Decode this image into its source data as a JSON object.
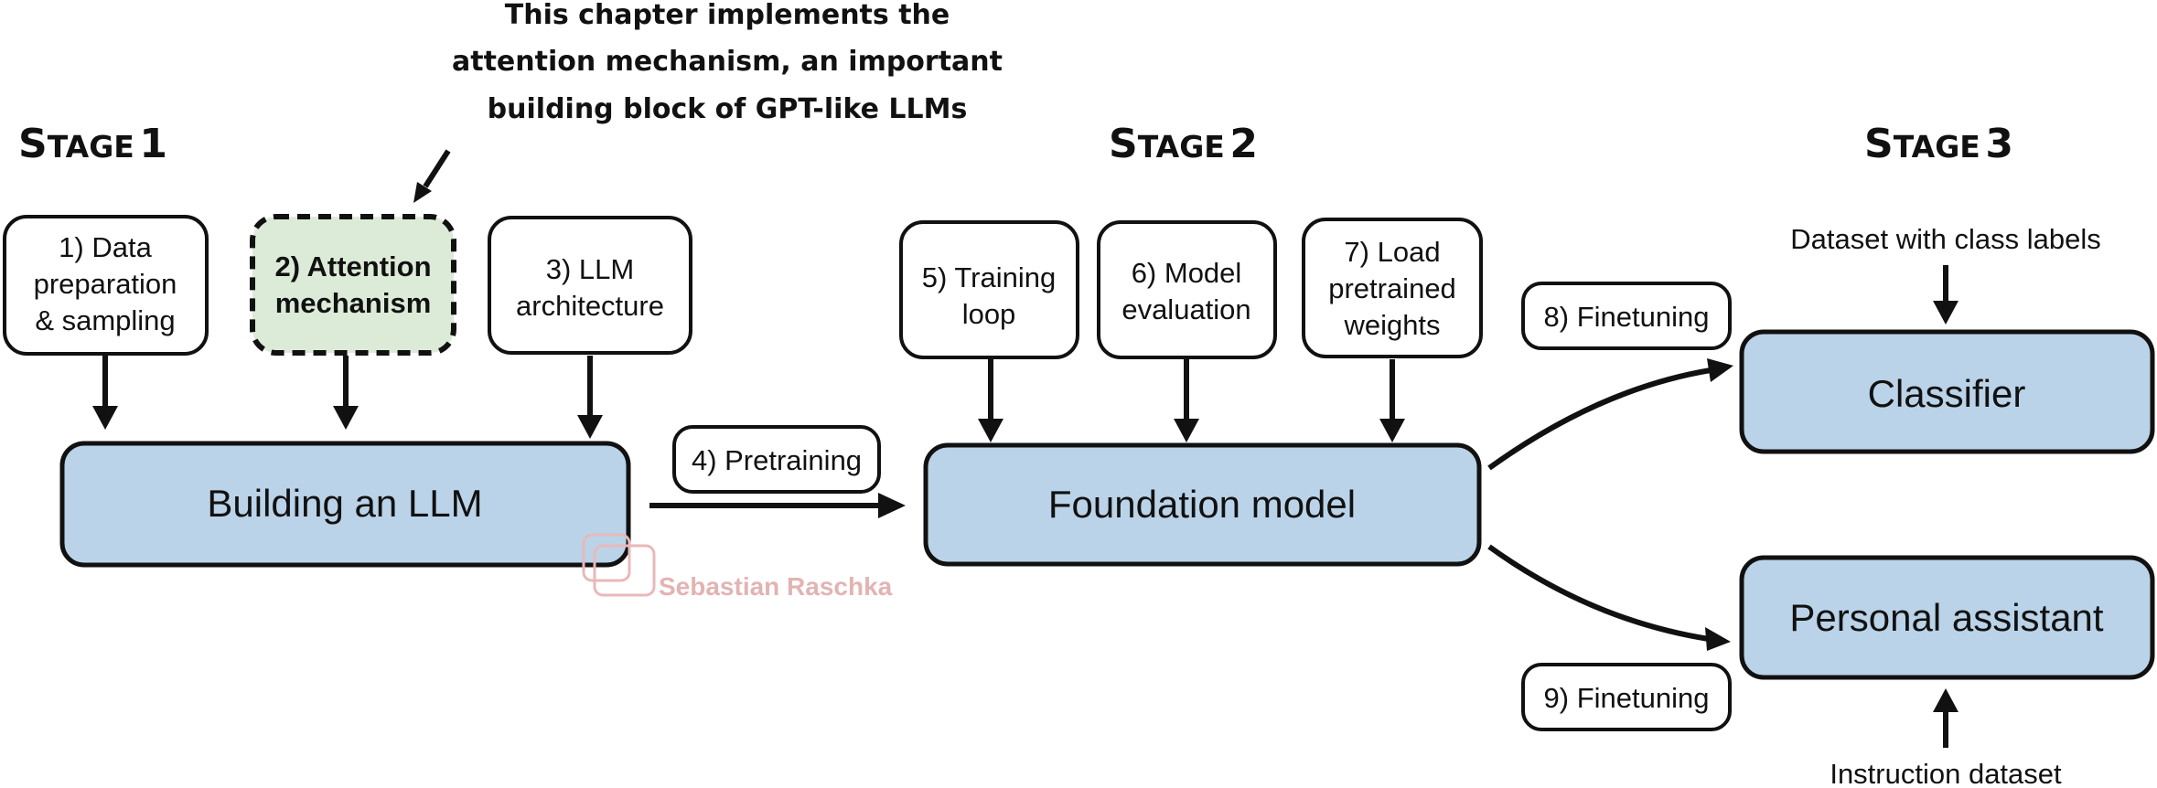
{
  "note": {
    "lines": [
      "This chapter implements the",
      "attention mechanism, an important",
      "building block of GPT-like LLMs"
    ]
  },
  "stages": [
    {
      "word": "Stage",
      "number": "1"
    },
    {
      "word": "Stage",
      "number": "2"
    },
    {
      "word": "Stage",
      "number": "3"
    }
  ],
  "steps": [
    {
      "lines": [
        "1) Data",
        "preparation",
        "& sampling"
      ]
    },
    {
      "lines": [
        "2) Attention",
        "mechanism"
      ]
    },
    {
      "lines": [
        "3) LLM",
        "architecture"
      ]
    },
    {
      "lines": [
        "4) Pretraining"
      ]
    },
    {
      "lines": [
        "5) Training",
        "loop"
      ]
    },
    {
      "lines": [
        "6) Model",
        "evaluation"
      ]
    },
    {
      "lines": [
        "7) Load",
        "pretrained",
        "weights"
      ]
    },
    {
      "lines": [
        "8) Finetuning"
      ]
    },
    {
      "lines": [
        "9) Finetuning"
      ]
    }
  ],
  "main_boxes": {
    "building": "Building an LLM",
    "foundation": "Foundation model",
    "classifier": "Classifier",
    "assistant": "Personal assistant"
  },
  "inputs": {
    "class_labels": "Dataset with class labels",
    "instruction": "Instruction dataset"
  },
  "watermark": "Sebastian Raschka",
  "colors": {
    "main_box_fill": "#bad3e8",
    "highlight_box_fill": "#dcebd8",
    "watermark": "#e3b3b3"
  }
}
